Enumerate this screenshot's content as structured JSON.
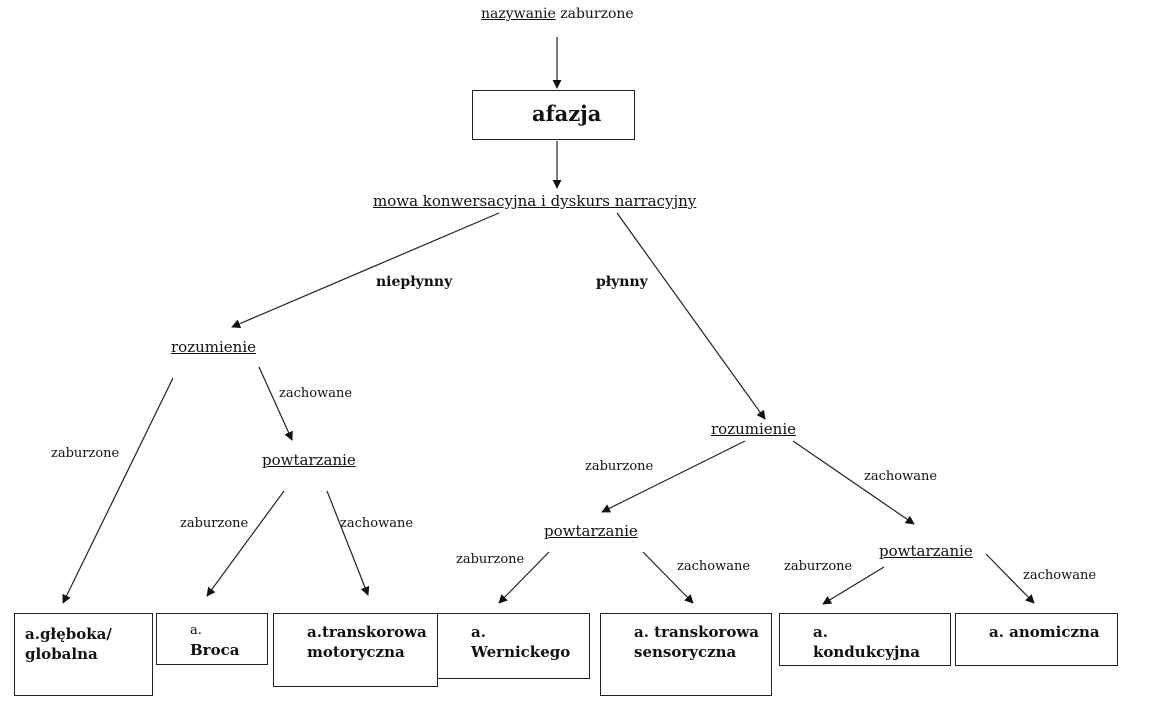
{
  "top": {
    "naming_word": "nazywanie",
    "naming_status": "zaburzone"
  },
  "root": {
    "label": "afazja"
  },
  "speech": {
    "label": "mowa konwersacyjna i dyskurs narracyjny"
  },
  "branches": {
    "nonfluent": "niepłynny",
    "fluent": "płynny"
  },
  "left": {
    "comprehension": "rozumienie",
    "comp_impaired": "zaburzone",
    "comp_preserved": "zachowane",
    "repetition": "powtarzanie",
    "rep_impaired": "zaburzone",
    "rep_preserved": "zachowane"
  },
  "right": {
    "comprehension": "rozumienie",
    "comp_impaired": "zaburzone",
    "comp_preserved": "zachowane",
    "repetition_a": "powtarzanie",
    "rep_a_impaired": "zaburzone",
    "rep_a_preserved": "zachowane",
    "repetition_b": "powtarzanie",
    "rep_b_impaired": "zaburzone",
    "rep_b_preserved": "zachowane"
  },
  "outcomes": {
    "deep_global": {
      "line1": "a.głęboka/",
      "line2": "globalna"
    },
    "broca": {
      "line1": "a.",
      "line2": "Broca"
    },
    "transcortical_motor": {
      "line1": "a.transkorowa",
      "line2": "motoryczna"
    },
    "wernicke": {
      "line1": "a.",
      "line2": "Wernickego"
    },
    "transcortical_sensory": {
      "line1": "a. transkorowa",
      "line2": "sensoryczna"
    },
    "conduction": {
      "line1": "a.",
      "line2": "kondukcyjna"
    },
    "anomic": {
      "line1": "a. anomiczna"
    }
  }
}
